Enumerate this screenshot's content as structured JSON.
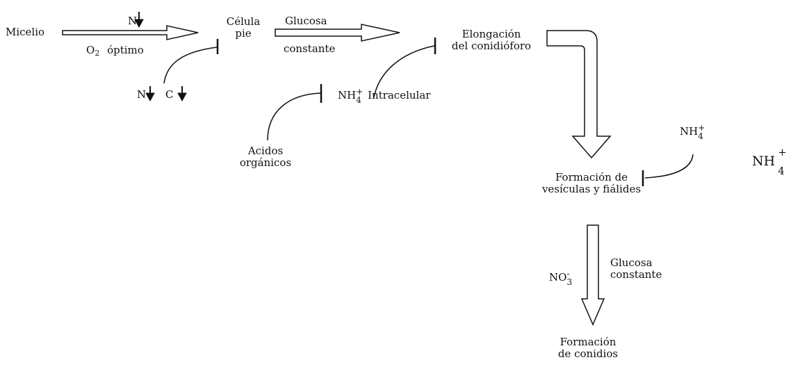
{
  "colors": {
    "ink": "#111111",
    "background": "#ffffff"
  },
  "nodes": {
    "micelio": "Micelio",
    "celula_line1": "Célula",
    "celula_line2": "pie",
    "elongacion_line1": "Elongación",
    "elongacion_line2": "del conidióforo",
    "acidos_line1": "Acidos",
    "acidos_line2": "orgánicos",
    "vesiculas_line1": "Formación de",
    "vesiculas_line2": "vesículas y fiálides",
    "conidios_line1": "Formación",
    "conidios_line2": "de conidios"
  },
  "labels": {
    "n_top": "N",
    "o2_base": "O",
    "o2_sub": "2",
    "optimo": "óptimo",
    "n_low": "N",
    "c_low": "C",
    "glucosa1": "Glucosa",
    "constante1": "constante",
    "nh4_intra_base": "NH",
    "nh4_intra_sub": "4",
    "nh4_intra_sup": "+",
    "intracelular": "Intracelular",
    "nh4_right_base": "NH",
    "nh4_right_sub": "4",
    "nh4_right_sup": "+",
    "nh4_far_base": "NH",
    "nh4_far_sub": "4",
    "nh4_far_sup": "+",
    "no3_base": "NO",
    "no3_sub": "3",
    "no3_sup": "-",
    "glucosa2": "Glucosa",
    "constante2": "constante"
  }
}
